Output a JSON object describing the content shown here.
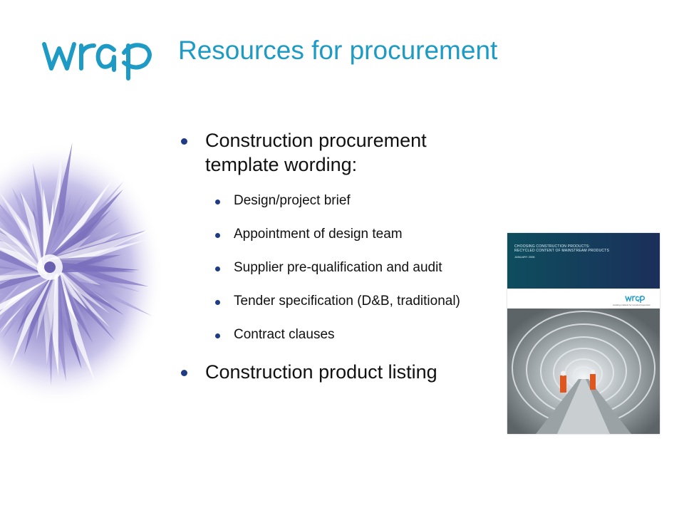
{
  "header": {
    "logo_text": "wrap",
    "title": "Resources for procurement"
  },
  "colors": {
    "title": "#1e9bc4",
    "logo": "#1e9bc4",
    "bullet": "#1f3b84",
    "text": "#111111"
  },
  "bullets": [
    {
      "text": "Construction procurement template wording:",
      "subitems": [
        "Design/project brief",
        "Appointment of design team",
        "Supplier pre-qualification and audit",
        "Tender specification (D&B, traditional)",
        "Contract clauses"
      ]
    },
    {
      "text": "Construction product listing",
      "subitems": []
    }
  ],
  "cover": {
    "title_line1": "CHOOSING CONSTRUCTION PRODUCTS:",
    "title_line2": "RECYCLED CONTENT OF MAINSTREAM PRODUCTS",
    "date": "JANUARY 2006",
    "logo_text": "wrap",
    "tagline": "creating markets for recycled resources"
  },
  "images": {
    "flower": "flower-graphic",
    "cover_photo": "tunnel-photo"
  }
}
